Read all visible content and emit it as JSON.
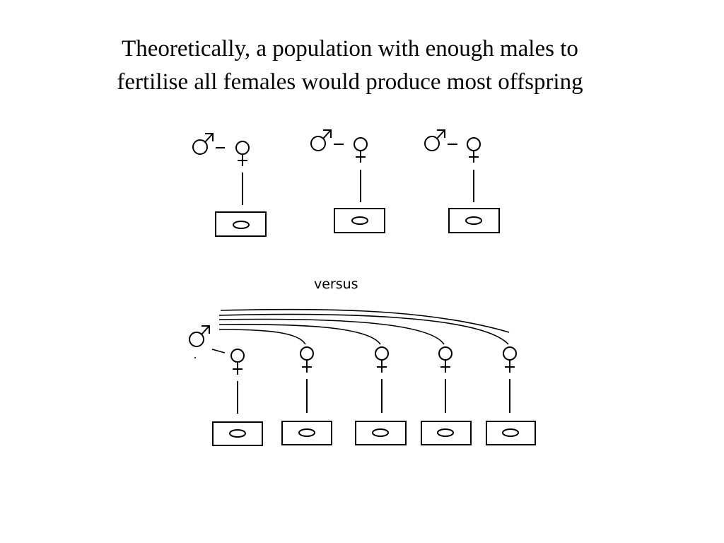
{
  "title": {
    "line1": "Theoretically, a population with enough males to",
    "line2": "fertilise all females would produce most offspring"
  },
  "separator_label": "versus",
  "symbols": {
    "male": "male-symbol-icon",
    "female": "female-symbol-icon",
    "offspring": "offspring-box-icon"
  },
  "monogamous_pairs": 3,
  "polygynous_females": 5,
  "stroke_color": "#000000"
}
